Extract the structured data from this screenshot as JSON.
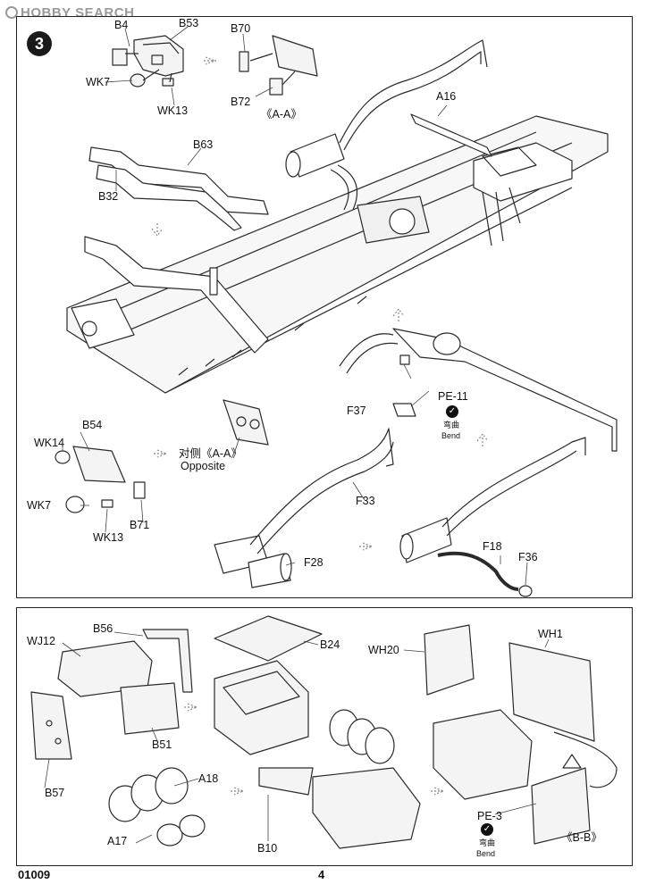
{
  "watermark": {
    "logo_text": "HOBBY SEARCH"
  },
  "step": {
    "number": "3"
  },
  "labels": {
    "b4": "B4",
    "b53": "B53",
    "b70": "B70",
    "b72": "B72",
    "aa1": "《A-A》",
    "wk7a": "WK7",
    "wk13a": "WK13",
    "a16": "A16",
    "b63": "B63",
    "b32": "B32",
    "pe11": "PE-11",
    "f37": "F37",
    "bend_cn1": "弯曲",
    "bend_en1": "Bend",
    "b54": "B54",
    "wk14": "WK14",
    "wk7b": "WK7",
    "wk13b": "WK13",
    "b71": "B71",
    "opp_cn": "对侧《A-A》",
    "opp_en": "Opposite",
    "f33": "F33",
    "f28": "F28",
    "f18": "F18",
    "f36": "F36",
    "b56": "B56",
    "wj12": "WJ12",
    "b51": "B51",
    "b57": "B57",
    "b24": "B24",
    "wh20": "WH20",
    "wh1": "WH1",
    "a18": "A18",
    "a17": "A17",
    "b10": "B10",
    "pe3": "PE-3",
    "bend_cn2": "弯曲",
    "bend_en2": "Bend",
    "bb": "《B-B》"
  },
  "footer": {
    "code": "01009",
    "page": "4"
  },
  "colors": {
    "line": "#2a2a2a",
    "watermark": "#9a9a9a",
    "fill": "#f4f4f4"
  }
}
